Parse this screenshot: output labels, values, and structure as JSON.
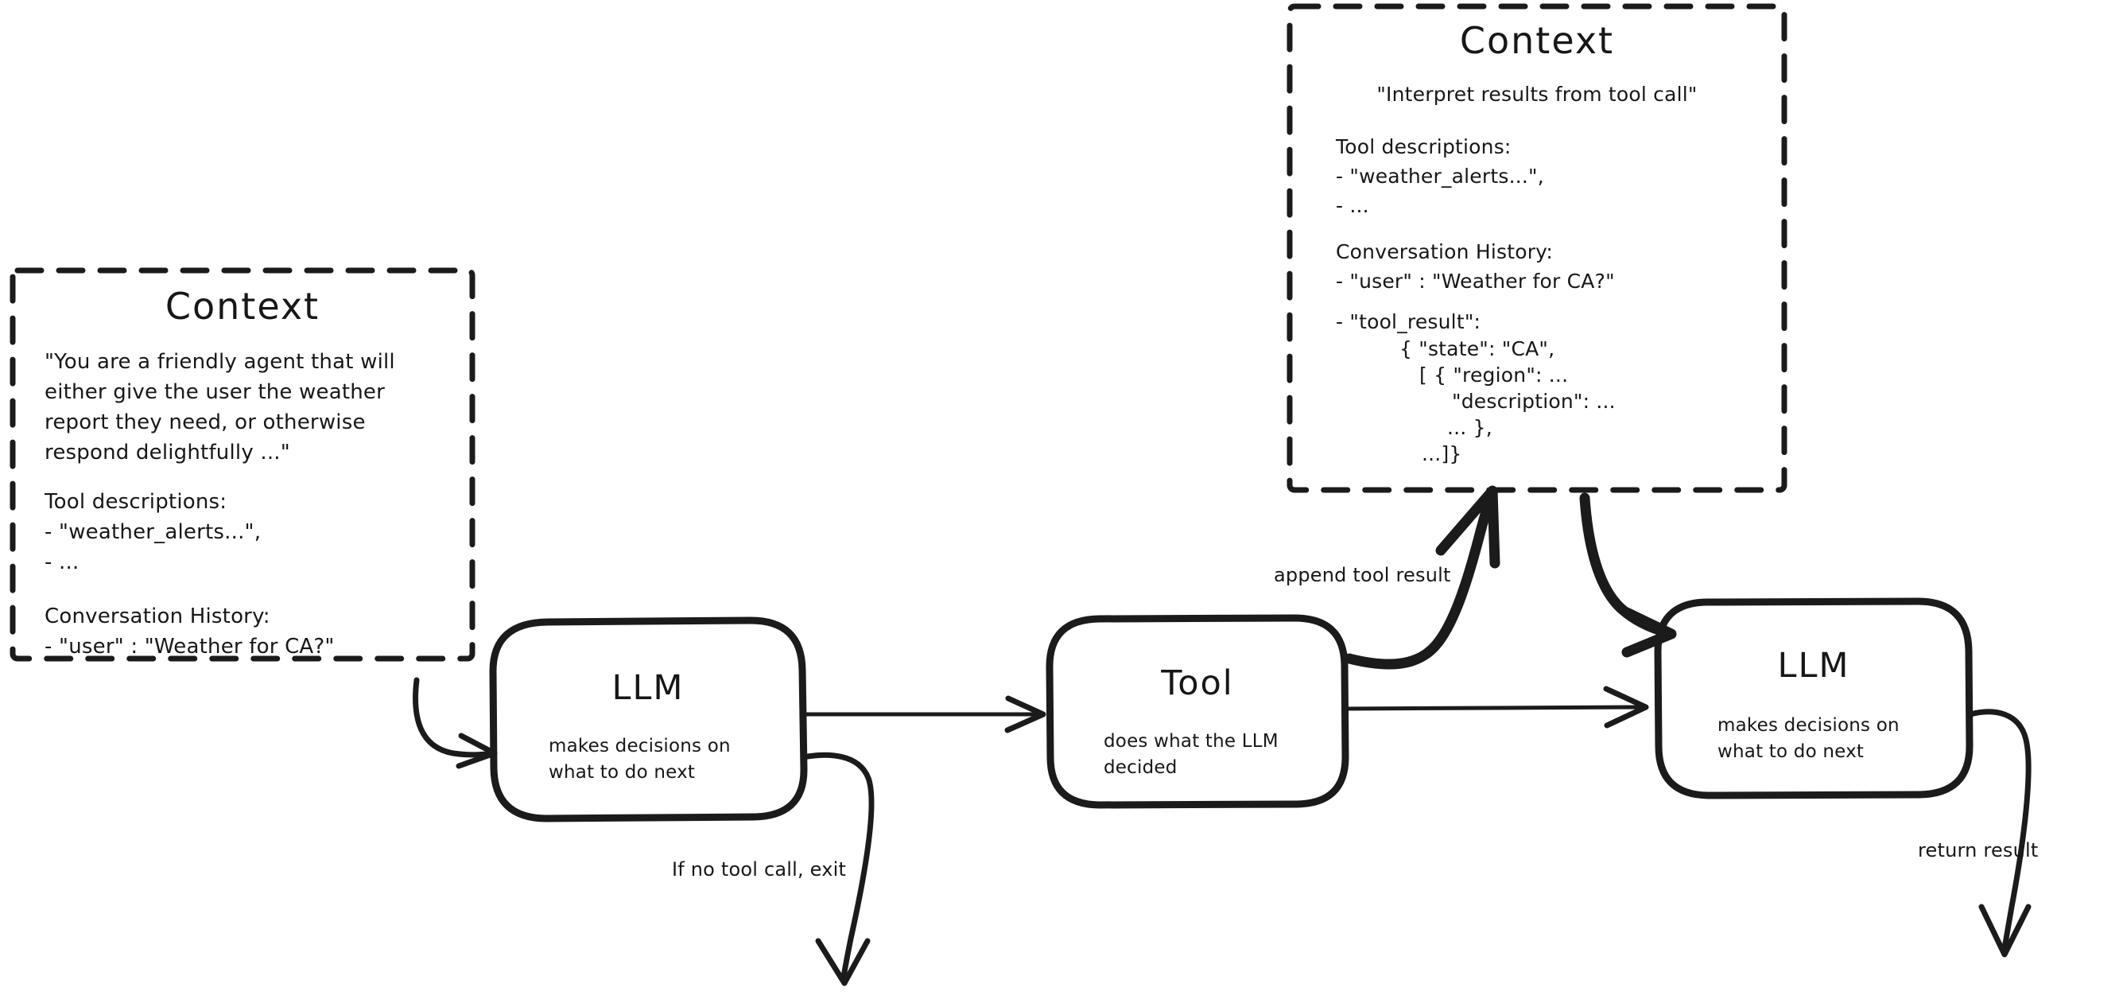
{
  "diagram": {
    "title": "LLM agent loop with tool calling",
    "ink_color": "#1b1b1b",
    "background": "#ffffff"
  },
  "left_context": {
    "title": "Context",
    "system_prompt": "\"You are a friendly agent that will\neither give the user the weather\nreport they need, or otherwise\nrespond delightfully ...\"",
    "tool_descriptions_heading": "Tool descriptions:",
    "tool_descriptions_items": [
      "- \"weather_alerts...\",",
      "- ..."
    ],
    "conversation_heading": "Conversation History:",
    "conversation_items": [
      "- \"user\" : \"Weather for CA?\""
    ]
  },
  "right_context": {
    "title": "Context",
    "system_prompt": "\"Interpret results from tool call\"",
    "tool_descriptions_heading": "Tool descriptions:",
    "tool_descriptions_items": [
      "- \"weather_alerts...\",",
      "- ..."
    ],
    "conversation_heading": "Conversation History:",
    "conversation_items": [
      "- \"user\" : \"Weather for CA?\""
    ],
    "tool_result_label": "- \"tool_result\":",
    "tool_result_lines": [
      "{ \"state\": \"CA\",",
      "[ { \"region\": ...",
      "\"description\": ...",
      "... },",
      "...]}"
    ]
  },
  "nodes": {
    "llm_first": {
      "title": "LLM",
      "subtitle": "makes decisions on\nwhat to do next"
    },
    "tool": {
      "title": "Tool",
      "subtitle": "does what the LLM\ndecided"
    },
    "llm_second": {
      "title": "LLM",
      "subtitle": "makes decisions on\nwhat to do next"
    }
  },
  "edges": {
    "context_to_llm": "",
    "llm_to_tool": "",
    "exit": "If no tool call, exit",
    "append_tool_result": "append tool result",
    "context_to_llm2": "",
    "tool_to_llm2": "",
    "return_result": "return result"
  }
}
